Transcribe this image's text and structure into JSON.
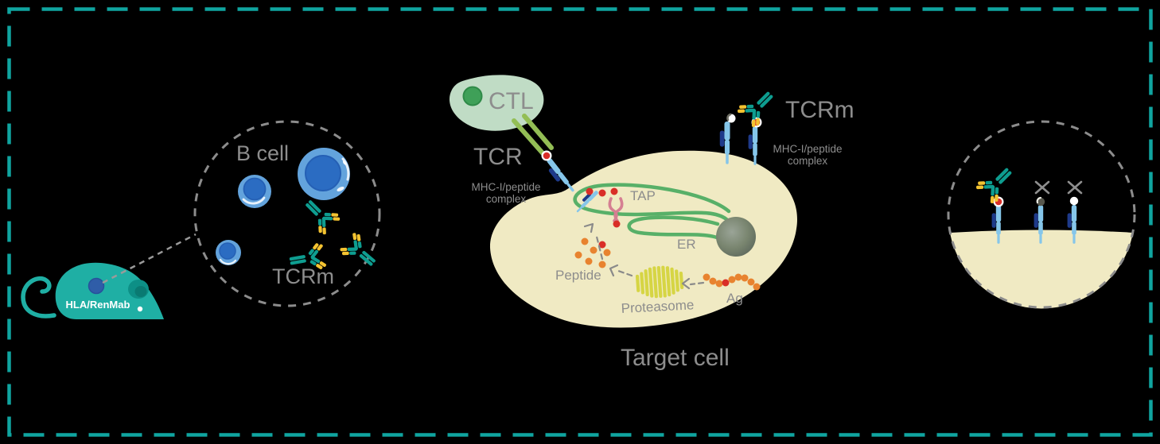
{
  "mouse": {
    "label": "HLA/RenMab"
  },
  "inset": {
    "title": "B cell",
    "antibody_label": "TCRm"
  },
  "ctl": {
    "label": "CTL"
  },
  "tcr": {
    "label": "TCR"
  },
  "mhc_left": {
    "line1": "MHC-I/peptide",
    "line2": "complex"
  },
  "tcrm": {
    "label": "TCRm"
  },
  "mhc_right": {
    "line1": "MHC-I/peptide",
    "line2": "complex"
  },
  "target": {
    "label": "Target cell",
    "tap": "TAP",
    "er": "ER",
    "peptide": "Peptide",
    "proteasome": "Proteasome",
    "antigen": "Ag"
  },
  "colors": {
    "background": "#000000",
    "border_teal": "#10A5A0",
    "mouse_teal": "#1FAFA4",
    "antibody_teal": "#0E9D90",
    "antibody_yellow": "#F4C331",
    "bcell_outer_blue": "#63A3DC",
    "bcell_inner_blue": "#2B6CC2",
    "mhc_light_blue": "#85C6EA",
    "mhc_navy": "#1E3A8A",
    "ctl_green": "#C0DCC5",
    "ctl_nucleus_green": "#3FA058",
    "tcr_green": "#93BE55",
    "target_cell_cream": "#F0EAC3",
    "er_green": "#58B068",
    "tap_pink": "#D57F92",
    "dot_orange": "#E8832F",
    "dot_red": "#D92E27",
    "proteasome_yellow": "#D6D544",
    "label_gray": "#8D8D8D"
  }
}
